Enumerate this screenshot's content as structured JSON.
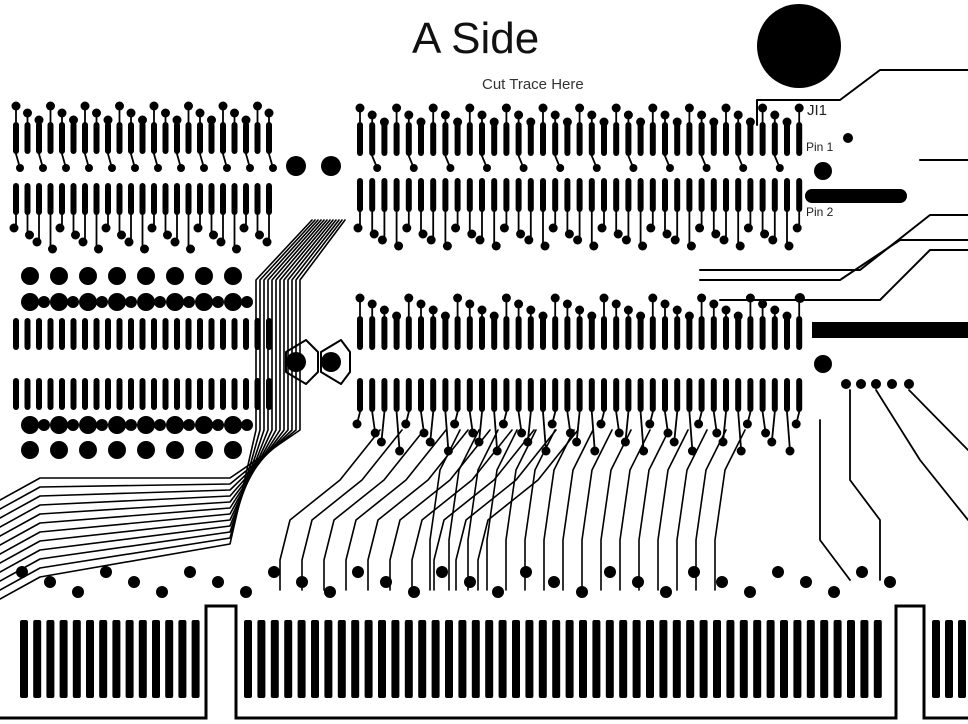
{
  "title": "A Side",
  "annotations": {
    "cut_trace": "Cut Trace Here",
    "connector": "JI1",
    "pin1": "Pin 1",
    "pin2": "Pin 2"
  },
  "colors": {
    "trace": "#000000",
    "background": "#ffffff",
    "highlight": "#bbbbbb"
  }
}
